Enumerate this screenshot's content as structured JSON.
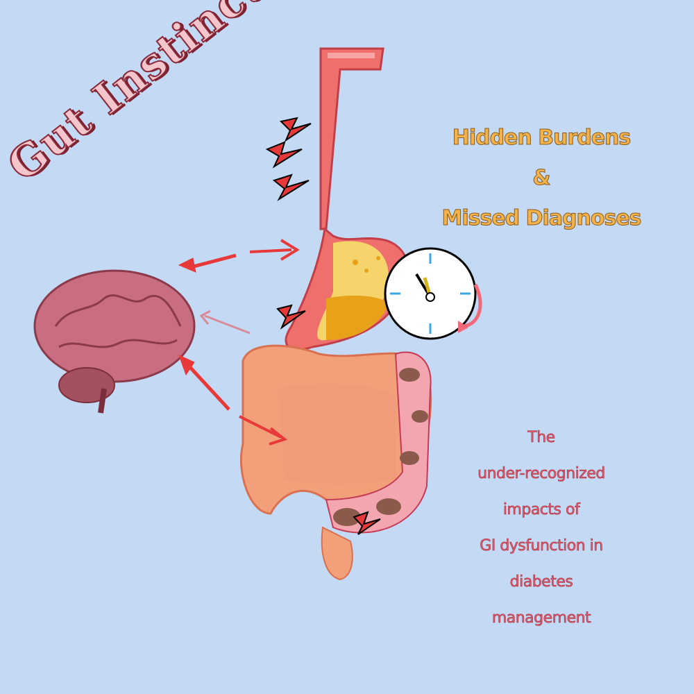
{
  "title": "Gut Instincts",
  "headline": {
    "line1": "Hidden Burdens",
    "line2": "&",
    "line3": "Missed Diagnoses"
  },
  "subtitle": {
    "line1": "The",
    "line2": "under-recognized",
    "line3": "impacts of",
    "line4": "GI dysfunction in",
    "line5": "diabetes",
    "line6": "management"
  },
  "icons": [
    "brain-icon",
    "esophagus-icon",
    "stomach-icon",
    "clock-icon",
    "colon-icon",
    "arrow-icon",
    "lightning-icon"
  ],
  "colors": {
    "background": "#c4d9f3",
    "title_fill": "#f4c6cc",
    "title_outline": "#8a2a3a",
    "headline": "#f3b34a",
    "subtitle": "#e85d6e",
    "arrow": "#e8393a",
    "intestine": "#f2a07a",
    "esophagus": "#ef6f6c"
  }
}
